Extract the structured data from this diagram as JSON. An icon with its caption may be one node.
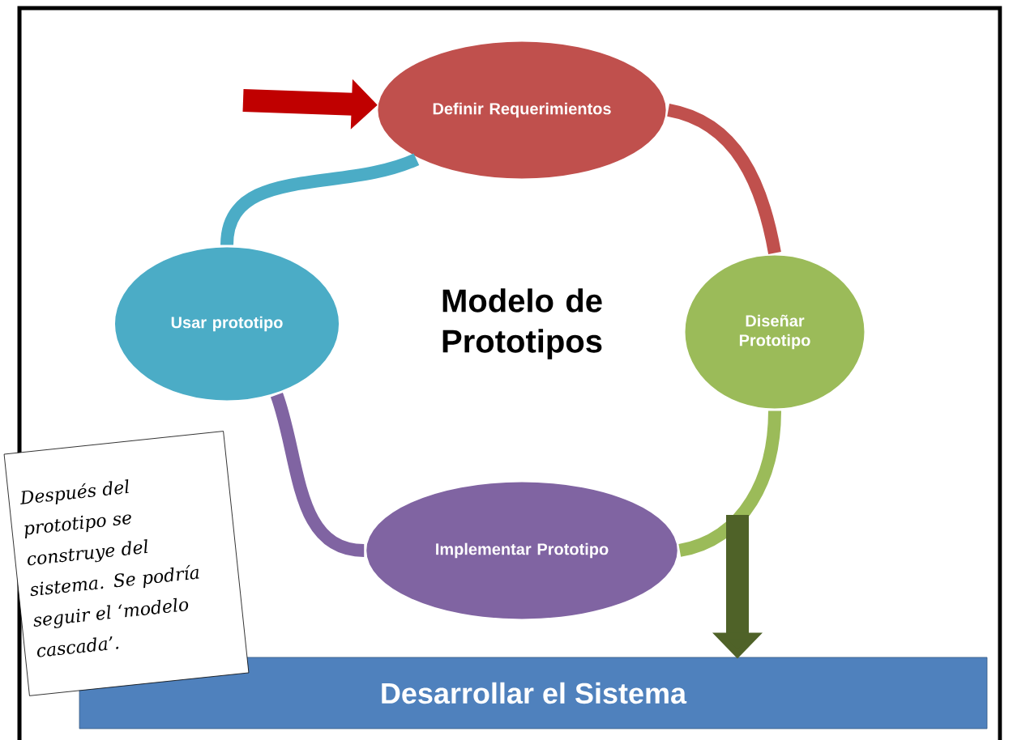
{
  "diagram": {
    "title": "Modelo de Prototipos",
    "nodes": [
      {
        "text": [
          "Definir Requerimientos"
        ]
      },
      {
        "text": [
          "Diseñar Prototipo"
        ]
      },
      {
        "text": [
          "Implementar Prototipo"
        ]
      },
      {
        "text": [
          "Usar prototipo"
        ]
      },
      {
        "text": [
          "Desarrollar el Sistema"
        ]
      },
      {
        "text": [
          "Después del prototipo se construye del sistema. Se podría seguir el ‘modelo cascada’."
        ]
      }
    ],
    "edges": [
      {
        "from": 0,
        "to": 1,
        "arrow": "none",
        "color": "#c0504d"
      },
      {
        "from": 1,
        "to": 2,
        "arrow": "none",
        "color": "#9bbb59"
      },
      {
        "from": 2,
        "to": 3,
        "arrow": "none",
        "color": "#8064a2"
      },
      {
        "from": 3,
        "to": 0,
        "arrow": "none",
        "color": "#4bacc6"
      },
      {
        "from": null,
        "to": 0,
        "arrow": "to",
        "color": "#c00000"
      },
      {
        "from": null,
        "to": 4,
        "arrow": "to",
        "color": "#4f6228"
      }
    ]
  }
}
